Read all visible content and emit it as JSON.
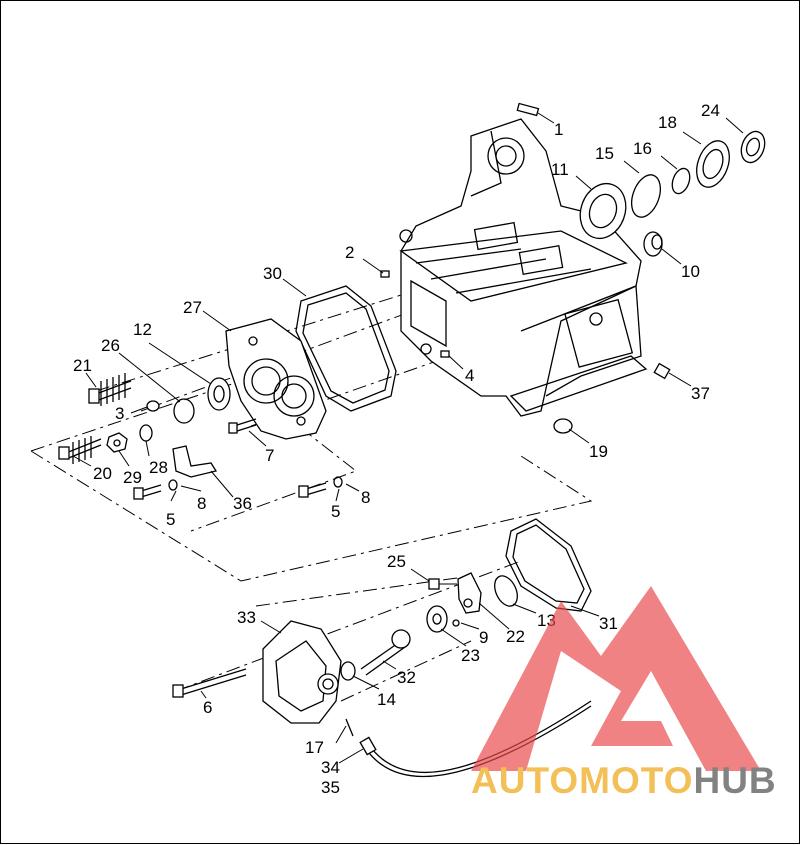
{
  "diagram": {
    "labels": [
      "1",
      "2",
      "3",
      "4",
      "5",
      "5",
      "6",
      "7",
      "8",
      "8",
      "9",
      "10",
      "11",
      "12",
      "13",
      "14",
      "15",
      "16",
      "17",
      "18",
      "19",
      "20",
      "21",
      "22",
      "23",
      "24",
      "25",
      "26",
      "27",
      "28",
      "29",
      "30",
      "31",
      "32",
      "33",
      "34",
      "35",
      "36",
      "37"
    ]
  },
  "watermark": {
    "brand_part1": "AUTO",
    "brand_part2": "MOTO",
    "brand_part3": "HUB",
    "color_red": "#e8474a",
    "color_orange": "#f2b43a",
    "color_gray": "#6d6d6d"
  }
}
